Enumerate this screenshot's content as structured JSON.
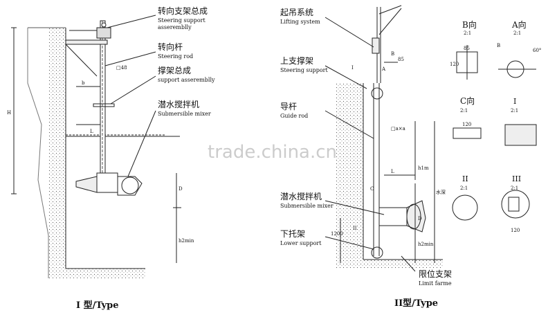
{
  "type1": {
    "labels": [
      {
        "cn": "转向支架总成",
        "en": "Steering support",
        "en2": "asseremblly"
      },
      {
        "cn": "转向杆",
        "en": "Steering rod"
      },
      {
        "cn": "撑架总成",
        "en": "support asseremblly"
      },
      {
        "cn": "潜水搅拌机",
        "en": "Submersible mixer"
      }
    ],
    "dims": {
      "square": "□48",
      "b": "b",
      "l": "L",
      "h": "H",
      "d": "D",
      "h2": "h2min"
    },
    "caption": "I 型/Type"
  },
  "type2": {
    "labels": [
      {
        "cn": "起吊系统",
        "en": "Lifting system"
      },
      {
        "cn": "上支撑架",
        "en": "Steering support"
      },
      {
        "cn": "导杆",
        "en": "Guide rod"
      },
      {
        "cn": "潜水搅拌机",
        "en": "Submersible mixer"
      },
      {
        "cn": "下托架",
        "en": "Lower support"
      },
      {
        "cn": "限位支架",
        "en": "Limit farme"
      }
    ],
    "dims": {
      "a": "A",
      "b": "B",
      "i": "I",
      "ii": "II",
      "c": "C",
      "sq": "□a×a",
      "l": "L",
      "h1": "h1m",
      "h2": "h2min",
      "d": "D",
      "v1200": "1200",
      "v85": "85",
      "water": "水深"
    },
    "caption": "II型/Type"
  },
  "details": [
    {
      "title": "B向",
      "scale": "2:1",
      "dim": "85",
      "dim2": "120"
    },
    {
      "title": "A向",
      "scale": "2:1",
      "dim": "B",
      "dim2": "60°"
    },
    {
      "title": "C向",
      "scale": "2:1",
      "dim": "120"
    },
    {
      "title": "I",
      "scale": "2:1"
    },
    {
      "title": "II",
      "scale": "2:1"
    },
    {
      "title": "III",
      "scale": "2:1",
      "dim": "120"
    }
  ],
  "watermark": "trade.china.cn"
}
